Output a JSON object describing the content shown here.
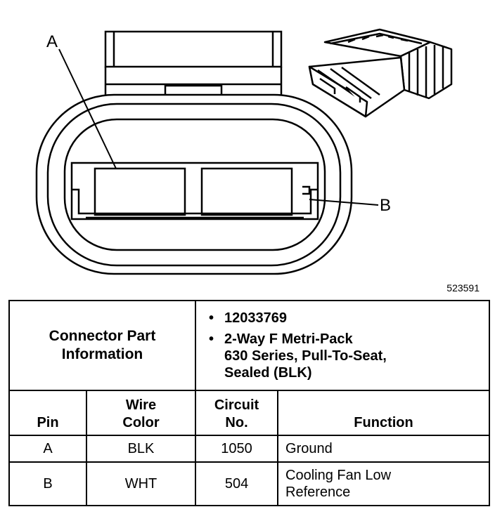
{
  "diagram": {
    "callouts": {
      "a": "A",
      "b": "B"
    },
    "figure_id": "523591"
  },
  "connector_info": {
    "label": "Connector Part Information",
    "bullet_symbol": "•",
    "part_number": "12033769",
    "description_lines": [
      "2-Way F Metri-Pack",
      "630 Series, Pull-To-Seat,",
      "Sealed (BLK)"
    ]
  },
  "table": {
    "headers": {
      "pin": "Pin",
      "wire_color_line1": "Wire",
      "wire_color_line2": "Color",
      "circuit_line1": "Circuit",
      "circuit_line2": "No.",
      "function": "Function"
    },
    "rows": [
      {
        "pin": "A",
        "wire_color": "BLK",
        "circuit": "1050",
        "function_line1": "Ground",
        "function_line2": ""
      },
      {
        "pin": "B",
        "wire_color": "WHT",
        "circuit": "504",
        "function_line1": "Cooling Fan Low",
        "function_line2": "Reference"
      }
    ]
  }
}
